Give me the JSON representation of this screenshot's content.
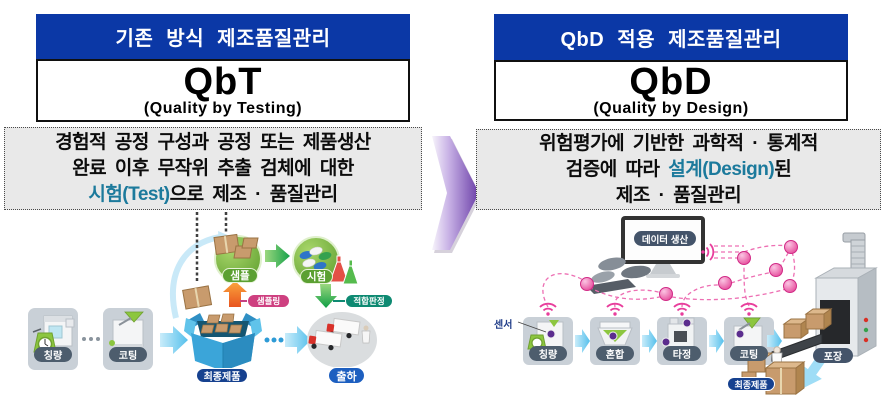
{
  "left_panel": {
    "header": "기존 방식 제조품질관리",
    "acronym": "QbT",
    "acronym_full": "(Quality by Testing)",
    "description": {
      "line1": "경험적 공정 구성과 공정 또는 제품생산",
      "line2": "완료 이후 무작위 추출 검체에 대한",
      "line3_highlight": "시험(Test)",
      "line3_rest": "으로 제조 · 품질관리"
    },
    "flow": {
      "step1": "칭량",
      "step2": "코팅",
      "final_product": "최종제품",
      "sample": "샘플",
      "sampling": "샘플링",
      "test": "시험",
      "pass": "적합판정",
      "ship": "출하"
    },
    "icons": [
      "weighing-scale-icon",
      "coating-machine-icon",
      "crane-hook-icon",
      "package-box-icon",
      "open-carton-icon",
      "capsules-icon",
      "lab-flask-icon",
      "delivery-truck-icon"
    ]
  },
  "right_panel": {
    "header": "QbD 적용 제조품질관리",
    "acronym": "QbD",
    "acronym_full": "(Quality by Design)",
    "description": {
      "line1": "위험평가에 기반한 과학적 · 통계적",
      "line2_pre": "검증에 따라 ",
      "line2_highlight": "설계(Design)",
      "line2_post": "된",
      "line3": "제조 · 품질관리"
    },
    "flow": {
      "data_production": "데이터 생산",
      "sensor": "센서",
      "step1": "칭량",
      "step2": "혼합",
      "step3": "타정",
      "step4": "코팅",
      "packaging": "포장",
      "final_product": "최종제품"
    },
    "icons": [
      "monitor-icon",
      "wifi-icon",
      "data-sphere-icon",
      "sensor-dot-icon",
      "weighing-scale-icon",
      "mixing-machine-icon",
      "tableting-machine-icon",
      "coating-machine-icon",
      "packaging-machine-icon",
      "conveyor-icon",
      "worker-icon"
    ]
  },
  "colors": {
    "header_blue": "#0B38A6",
    "highlight_teal": "#1C7A9C",
    "center_arrow_purple": "#6B3FA8",
    "pill_slate": "#4D5D6D",
    "pill_dark_slate": "#44546A",
    "pill_navy": "#16418F",
    "pill_green": "#5BA032",
    "pill_magenta": "#CE4080",
    "pill_teal": "#0E8A72",
    "pill_blue": "#1D5FC0",
    "flow_arrow_blue": "#55C0EC",
    "data_pink": "#E83E9C",
    "sensor_purple": "#5B2D8E",
    "description_bg": "#E9E9E9"
  }
}
